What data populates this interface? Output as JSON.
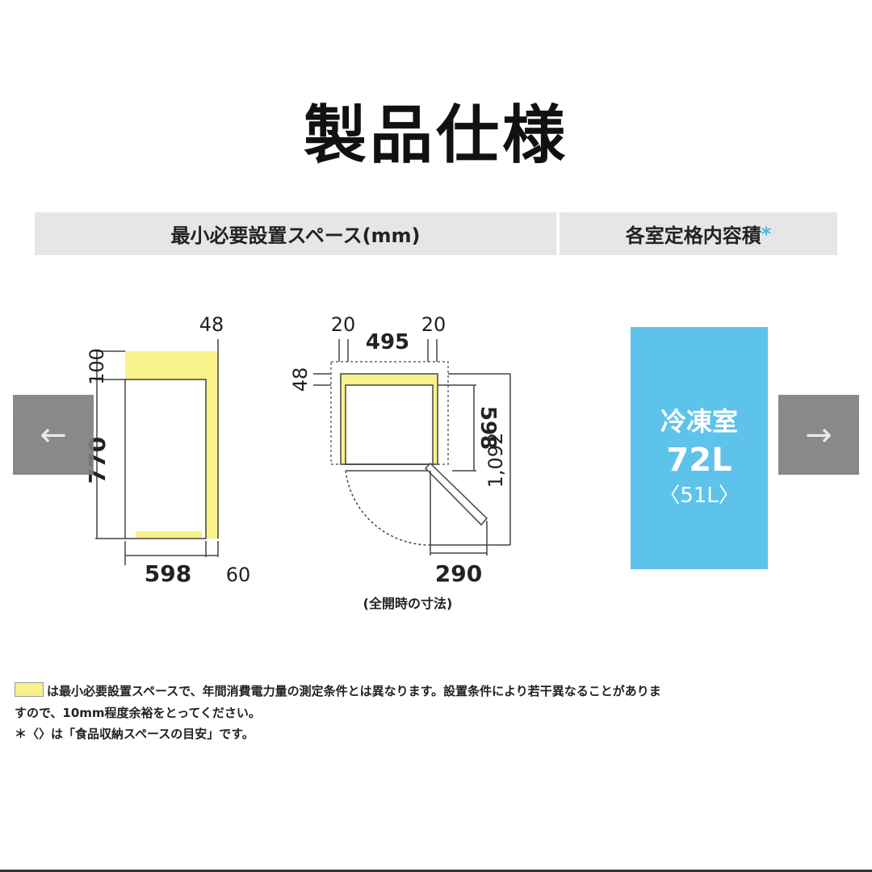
{
  "title": "製品仕様",
  "headers": {
    "space": "最小必要設置スペース(mm)",
    "volume": "各室定格内容積",
    "volume_mark": "*"
  },
  "side_view": {
    "top_gap": "48",
    "top_clear": "100",
    "height": "770",
    "depth": "598",
    "back_gap": "60"
  },
  "top_view": {
    "left_gap": "20",
    "width": "495",
    "right_gap": "20",
    "back_gap": "48",
    "depth": "598",
    "open_depth": "1,092",
    "door_swing": "290",
    "caption": "(全開時の寸法)"
  },
  "volume": {
    "name": "冷凍室",
    "value": "72L",
    "storage": "〈51L〉"
  },
  "notes": [
    "は最小必要設置スペースで、年間消費電力量の測定条件とは異なります。設置条件により若干異なることがありま",
    "すので、10mm程度余裕をとってください。",
    "＊〈〉は「食品収納スペースの目安」です。"
  ],
  "carousel": {
    "prev": "←",
    "next": "→"
  },
  "colors": {
    "yellow": "#f8f28a",
    "blue": "#5ec3ea",
    "header": "#e6e6e6"
  }
}
